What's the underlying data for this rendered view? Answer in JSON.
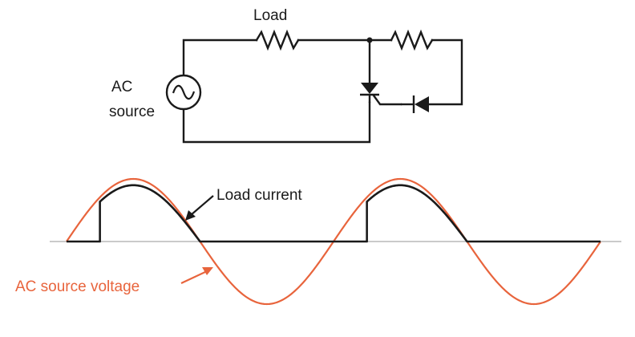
{
  "labels": {
    "load": "Load",
    "ac_source_line1": "AC",
    "ac_source_line2": "source",
    "load_current": "Load current",
    "ac_source_voltage": "AC source voltage"
  },
  "colors": {
    "circuit": "#1a1a1a",
    "voltage_wave": "#e8643c",
    "current_wave": "#1a1a1a",
    "axis": "#b8b8b8"
  },
  "icons": {
    "source": "ac-source-symbol",
    "load": "resistor-symbol",
    "trigger_resistor": "resistor-symbol",
    "scr": "scr-symbol",
    "trigger_diode": "diode-symbol"
  },
  "waveform": {
    "cycles": 2,
    "firing_angle_deg": 45
  }
}
